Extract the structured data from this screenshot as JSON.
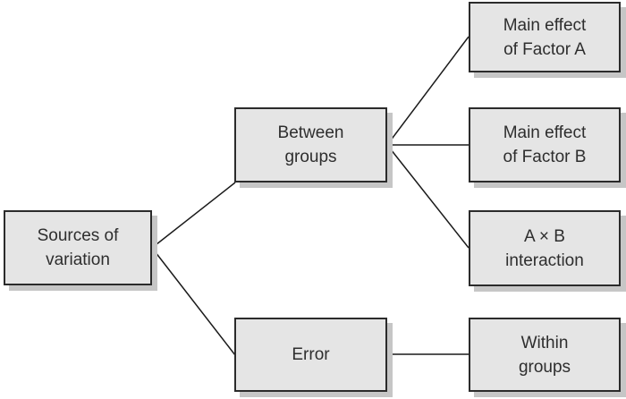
{
  "nodes": {
    "sources": {
      "label": "Sources of\nvariation"
    },
    "between": {
      "label": "Between\ngroups"
    },
    "error": {
      "label": "Error"
    },
    "factor_a": {
      "label": "Main effect\nof Factor A"
    },
    "factor_b": {
      "label": "Main effect\nof Factor B"
    },
    "axb": {
      "label": "A × B\ninteraction"
    },
    "within": {
      "label": "Within\ngroups"
    }
  },
  "edges": [
    {
      "from": "sources",
      "to": "between"
    },
    {
      "from": "sources",
      "to": "error"
    },
    {
      "from": "between",
      "to": "factor_a"
    },
    {
      "from": "between",
      "to": "factor_b"
    },
    {
      "from": "between",
      "to": "axb"
    },
    {
      "from": "error",
      "to": "within"
    }
  ],
  "colors": {
    "background": "#ffffff",
    "box_fill": "#e5e5e5",
    "box_border": "#2b2b2b",
    "box_shadow": "#c6c6c6",
    "line": "#1a1a1a",
    "text": "#2e2e2e"
  }
}
